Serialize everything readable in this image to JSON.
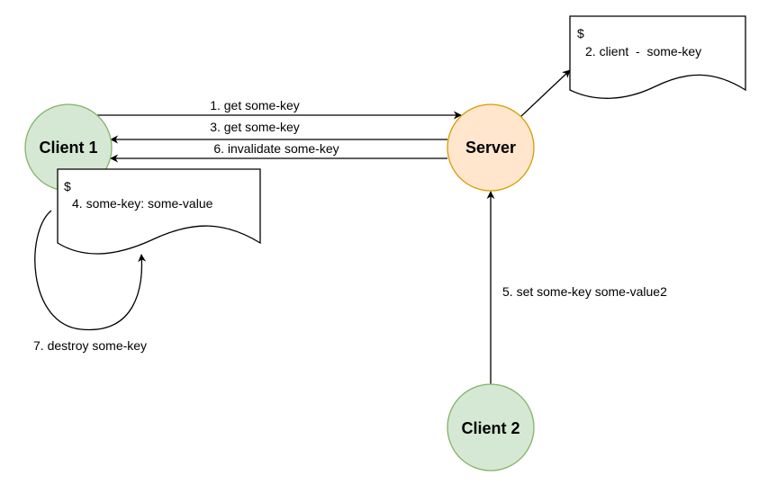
{
  "colors": {
    "client_fill": "#d5e8d4",
    "client_stroke": "#82b366",
    "server_fill": "#ffe6cc",
    "server_stroke": "#d79b00",
    "line": "#000000"
  },
  "nodes": {
    "client1": "Client 1",
    "client2": "Client 2",
    "server": "Server"
  },
  "notes": {
    "server_cache": {
      "prompt": "$",
      "entry": "2. client  -  some-key"
    },
    "client_cache": {
      "prompt": "$",
      "entry": "4. some-key: some-value"
    }
  },
  "edges": {
    "e1": "1. get some-key",
    "e3": "3. get some-key",
    "e6": "6. invalidate some-key",
    "e5": "5. set some-key some-value2",
    "e7": "7. destroy some-key"
  }
}
